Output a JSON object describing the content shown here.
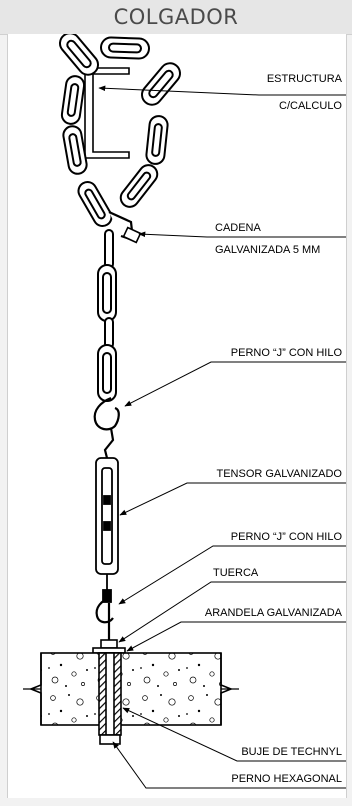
{
  "title": "COLGADOR",
  "labels": {
    "estructura_line1": "ESTRUCTURA",
    "estructura_line2": "C/CALCULO",
    "cadena_line1": "CADENA",
    "cadena_line2": "GALVANIZADA 5 MM",
    "perno_j_1": "PERNO “J” CON HILO",
    "tensor": "TENSOR GALVANIZADO",
    "perno_j_2": "PERNO “J” CON HILO",
    "tuerca": "TUERCA",
    "arandela": "ARANDELA GALVANIZADA",
    "buje": "BUJE DE TECHNYL",
    "perno_hex": "PERNO HEXAGONAL"
  }
}
